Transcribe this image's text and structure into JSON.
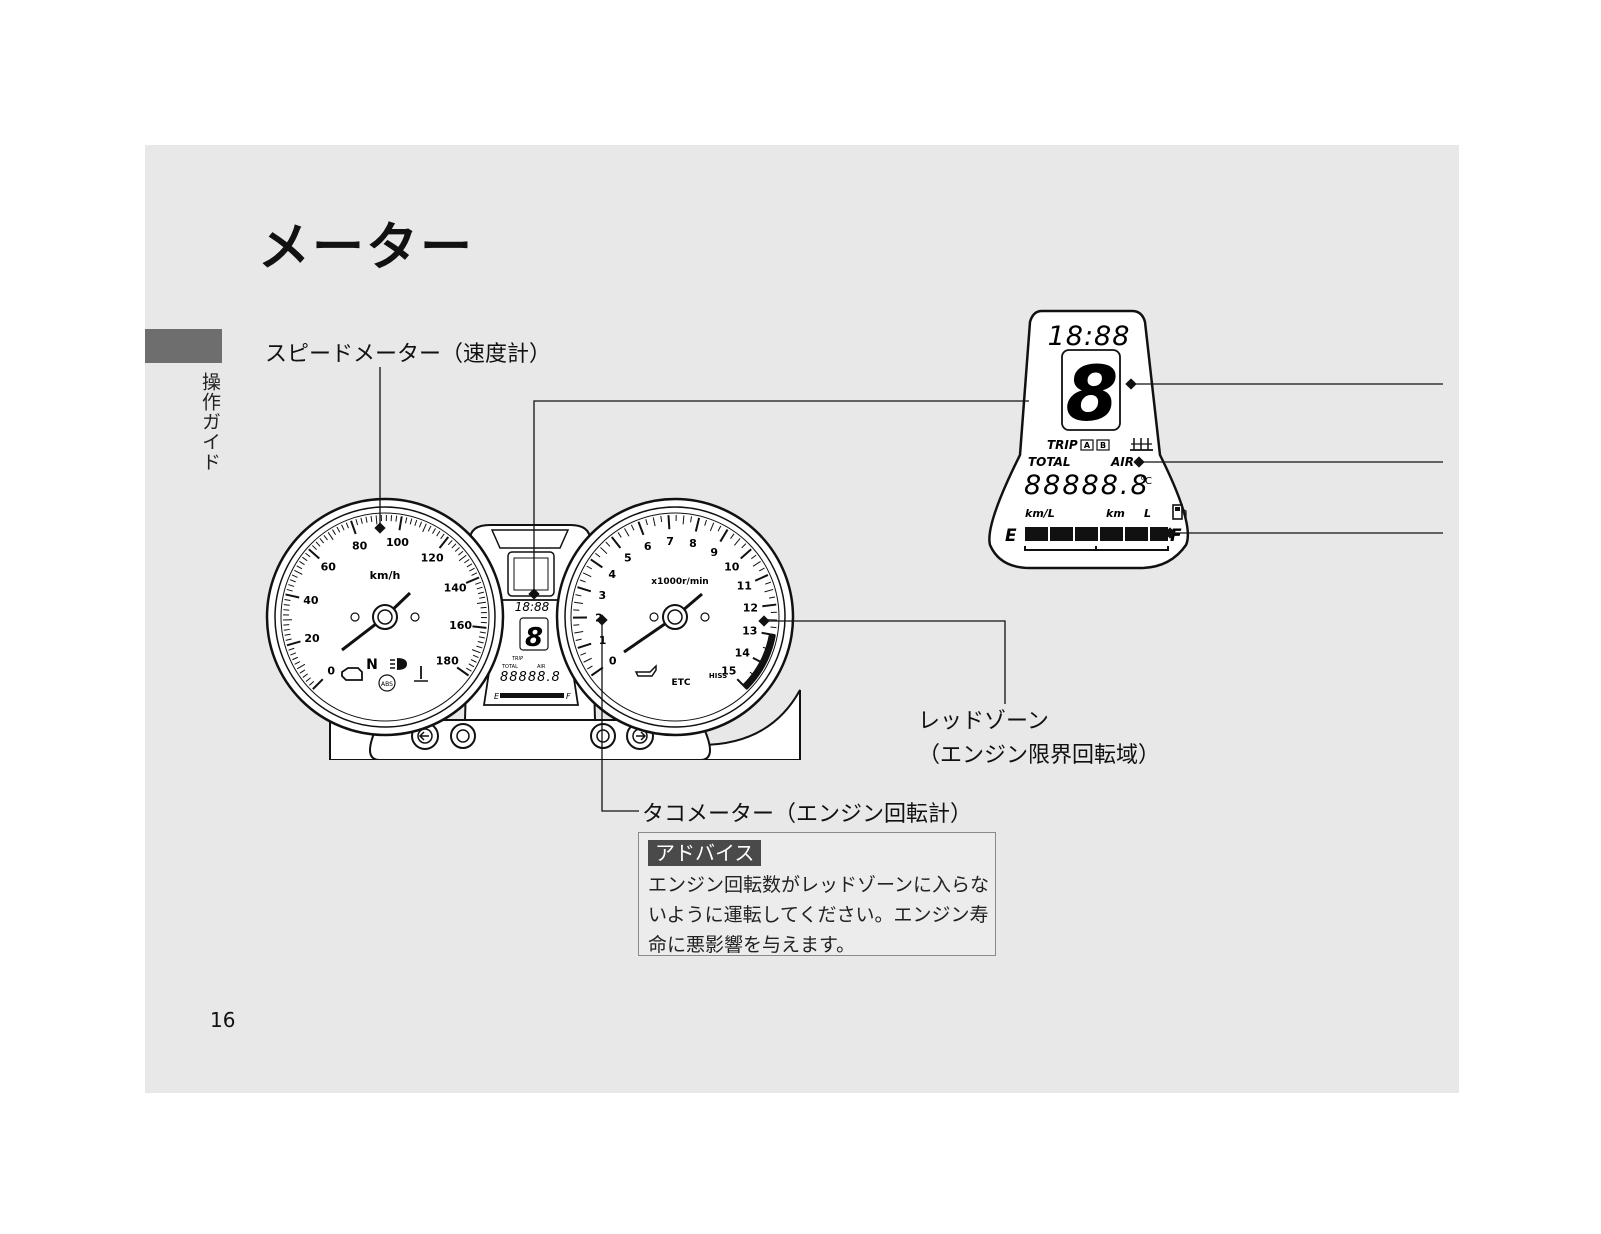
{
  "page": {
    "title": "メーター",
    "side_label": "操作ガイド",
    "page_number": "16"
  },
  "labels": {
    "speedometer": "スピードメーター（速度計）",
    "tachometer": "タコメーター（エンジン回転計）",
    "red_zone_line1": "レッドゾーン",
    "red_zone_line2": "（エンジン限界回転域）"
  },
  "advice": {
    "tag": "アドバイス",
    "body": "エンジン回転数がレッドゾーンに入らないように運転してください。エンジン寿命に悪影響を与えます。"
  },
  "speedometer": {
    "unit": "km/h",
    "ticks": [
      "0",
      "20",
      "40",
      "60",
      "80",
      "100",
      "120",
      "140",
      "160",
      "180"
    ],
    "neutral": "N",
    "abs": "ABS"
  },
  "tachometer": {
    "unit": "x1000r/min",
    "ticks": [
      "0",
      "1",
      "2",
      "3",
      "4",
      "5",
      "6",
      "7",
      "8",
      "9",
      "10",
      "11",
      "12",
      "13",
      "14",
      "15"
    ],
    "etc": "ETC",
    "hiss": "HISS"
  },
  "lcd": {
    "clock": "18:88",
    "gear": "8",
    "trip": "TRIP",
    "trip_a": "A",
    "trip_b": "B",
    "total": "TOTAL",
    "air": "AIR",
    "odometer": "88888.8",
    "degree": "°C",
    "kml": "km/L",
    "km": "km",
    "l": "L",
    "empty": "E",
    "full": "F"
  }
}
